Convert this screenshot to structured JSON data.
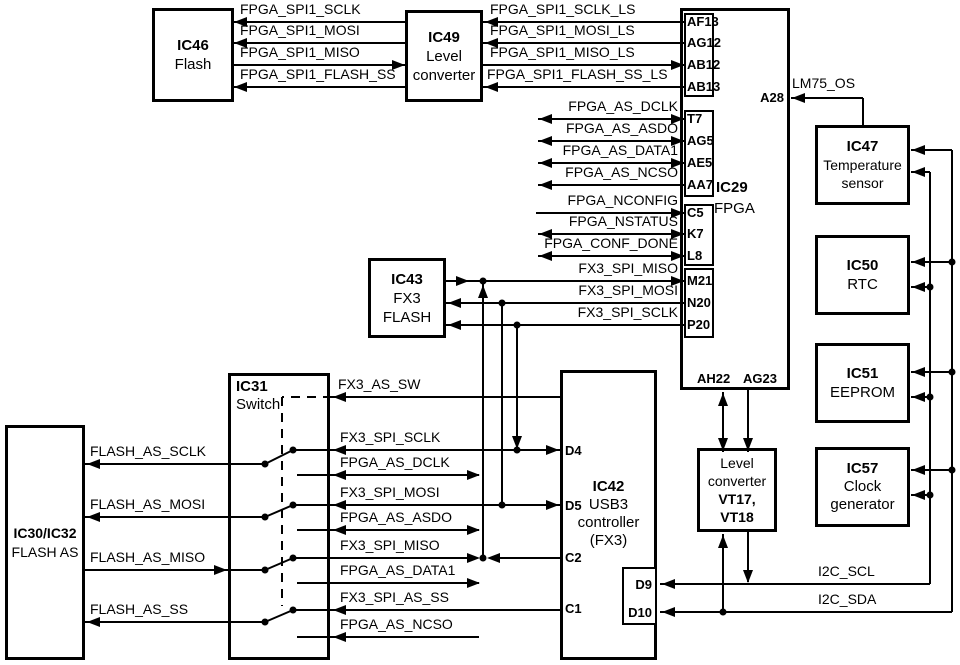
{
  "blocks": {
    "ic46": {
      "name": "IC46",
      "line2": "Flash"
    },
    "ic49": {
      "name": "IC49",
      "line2": "Level",
      "line3": "converter"
    },
    "ic29": {
      "name": "IC29",
      "line2": "FPGA"
    },
    "ic43": {
      "name": "IC43",
      "line2": "FX3",
      "line3": "FLASH"
    },
    "ic31": {
      "name": "IC31",
      "line2": "Switch"
    },
    "ic30": {
      "name": "IC30/IC32",
      "line2": "FLASH AS"
    },
    "ic42": {
      "name": "IC42",
      "line2": "USB3",
      "line3": "controller",
      "line4": "(FX3)"
    },
    "ic47": {
      "name": "IC47",
      "line2": "Temperature",
      "line3": "sensor"
    },
    "ic50": {
      "name": "IC50",
      "line2": "RTC"
    },
    "ic51": {
      "name": "IC51",
      "line2": "EEPROM"
    },
    "ic57": {
      "name": "IC57",
      "line2": "Clock",
      "line3": "generator"
    },
    "vt": {
      "line1": "Level",
      "line2": "converter",
      "line3": "VT17,",
      "line4": "VT18"
    }
  },
  "pins": {
    "spi1_ls": [
      "AF13",
      "AG12",
      "AB12",
      "AB13"
    ],
    "as": [
      "T7",
      "AG5",
      "AE5",
      "AA7"
    ],
    "config": [
      "C5",
      "K7",
      "L8"
    ],
    "fx3_spi": [
      "M21",
      "N20",
      "P20"
    ],
    "temp_alert": "A28",
    "i2c_bottom": [
      "AH22",
      "AG23"
    ],
    "usb": [
      "D4",
      "D5",
      "C2",
      "C1"
    ],
    "usb_i2c": [
      "D9",
      "D10"
    ]
  },
  "signals": {
    "fpga_spi1_sclk": "FPGA_SPI1_SCLK",
    "fpga_spi1_mosi": "FPGA_SPI1_MOSI",
    "fpga_spi1_miso": "FPGA_SPI1_MISO",
    "fpga_spi1_flash_ss": "FPGA_SPI1_FLASH_SS",
    "fpga_spi1_sclk_ls": "FPGA_SPI1_SCLK_LS",
    "fpga_spi1_mosi_ls": "FPGA_SPI1_MOSI_LS",
    "fpga_spi1_miso_ls": "FPGA_SPI1_MISO_LS",
    "fpga_spi1_flash_ss_ls": "FPGA_SPI1_FLASH_SS_LS",
    "fpga_as_dclk": "FPGA_AS_DCLK",
    "fpga_as_asdo": "FPGA_AS_ASDO",
    "fpga_as_data1": "FPGA_AS_DATA1",
    "fpga_as_ncso": "FPGA_AS_NCSO",
    "fpga_nconfig": "FPGA_NCONFIG",
    "fpga_nstatus": "FPGA_NSTATUS",
    "fpga_conf_done": "FPGA_CONF_DONE",
    "fx3_spi_miso": "FX3_SPI_MISO",
    "fx3_spi_mosi": "FX3_SPI_MOSI",
    "fx3_spi_sclk": "FX3_SPI_SCLK",
    "fx3_spi_as_ss": "FX3_SPI_AS_SS",
    "fx3_as_sw": "FX3_AS_SW",
    "lm75_os": "LM75_OS",
    "flash_as_sclk": "FLASH_AS_SCLK",
    "flash_as_mosi": "FLASH_AS_MOSI",
    "flash_as_miso": "FLASH_AS_MISO",
    "flash_as_ss": "FLASH_AS_SS",
    "i2c_scl": "I2C_SCL",
    "i2c_sda": "I2C_SDA"
  },
  "colors": {
    "line": "#000000",
    "background": "#ffffff"
  }
}
